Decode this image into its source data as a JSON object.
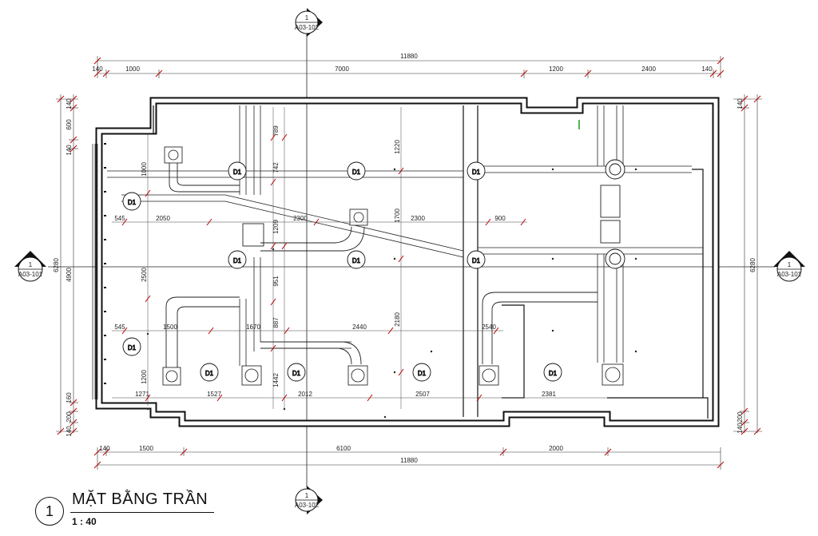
{
  "drawing": {
    "title": "MẶT BẰNG TRẦN",
    "scale": "1 : 40",
    "view_number": "1"
  },
  "section_markers": {
    "top": {
      "number": "1",
      "sheet": "A03-102"
    },
    "bottom": {
      "number": "1",
      "sheet": "A03-102"
    },
    "left": {
      "number": "1",
      "sheet": "A03-101"
    },
    "right": {
      "number": "1",
      "sheet": "A03-101"
    }
  },
  "dimensions": {
    "top_overall": "11880",
    "top_segments": [
      "140",
      "1000",
      "7000",
      "1200",
      "2400",
      "140"
    ],
    "bottom_overall": "11880",
    "bottom_segments": [
      "140",
      "1500",
      "6100",
      "2000"
    ],
    "left_outer": [
      "140",
      "600",
      "140",
      "4900",
      "160",
      "200",
      "140"
    ],
    "left_overall": "6280",
    "right_overall": "6280",
    "right_segments": [
      "140",
      "200",
      "140"
    ],
    "interior": {
      "row_upper": [
        "545",
        "2050",
        "2300",
        "900"
      ],
      "row_lower": [
        "545",
        "1500",
        "1670",
        "2440",
        "2540"
      ],
      "row_bottom": [
        "1271",
        "1527",
        "2012",
        "2507",
        "2381"
      ],
      "vertical_left": [
        "1000",
        "2500",
        "1200"
      ],
      "vertical_mid_a": [
        "789",
        "742",
        "1209",
        "951",
        "887",
        "1442"
      ],
      "vertical_mid_b": [
        "1220",
        "1700",
        "2180"
      ]
    }
  },
  "diffuser_label": "D1"
}
